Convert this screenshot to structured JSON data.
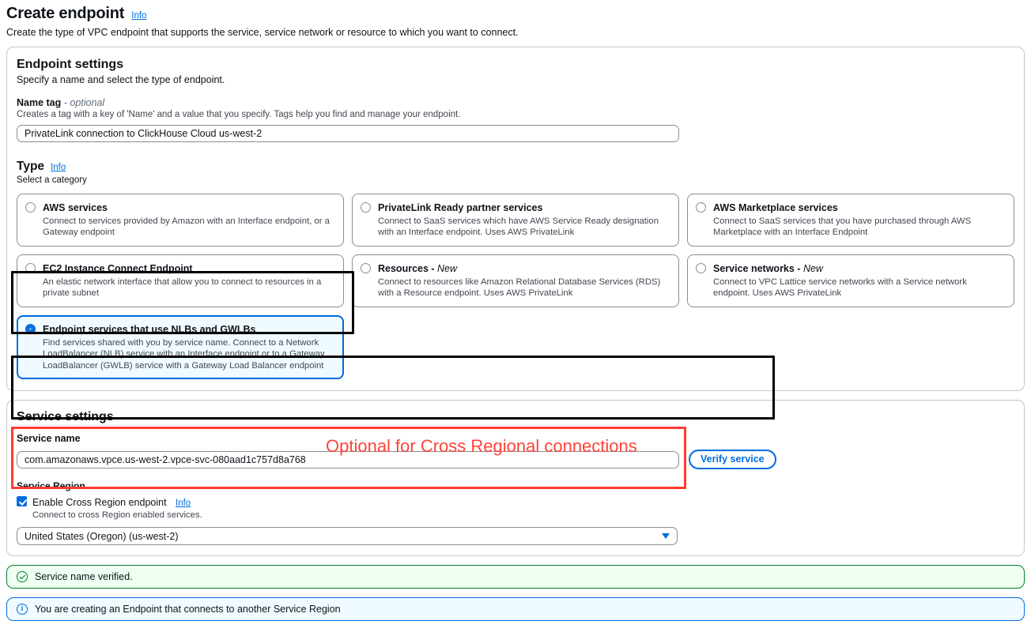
{
  "page": {
    "title": "Create endpoint",
    "info_label": "Info",
    "description": "Create the type of VPC endpoint that supports the service, service network or resource to which you want to connect."
  },
  "endpoint_settings": {
    "heading": "Endpoint settings",
    "subheading": "Specify a name and select the type of endpoint.",
    "name_tag": {
      "label": "Name tag",
      "optional_suffix": "- optional",
      "hint": "Creates a tag with a key of 'Name' and a value that you specify. Tags help you find and manage your endpoint.",
      "value": "PrivateLink connection to ClickHouse Cloud us-west-2",
      "placeholder": "Name tag"
    },
    "type": {
      "label": "Type",
      "info_label": "Info",
      "sub": "Select a category",
      "options": [
        {
          "title": "AWS services",
          "title_italic": "",
          "desc": "Connect to services provided by Amazon with an Interface endpoint, or a Gateway endpoint",
          "selected": false
        },
        {
          "title": "PrivateLink Ready partner services",
          "title_italic": "",
          "desc": "Connect to SaaS services which have AWS Service Ready designation with an Interface endpoint. Uses AWS PrivateLink",
          "selected": false
        },
        {
          "title": "AWS Marketplace services",
          "title_italic": "",
          "desc": "Connect to SaaS services that you have purchased through AWS Marketplace with an Interface Endpoint",
          "selected": false
        },
        {
          "title": "EC2 Instance Connect Endpoint",
          "title_italic": "",
          "desc": "An elastic network interface that allow you to connect to resources in a private subnet",
          "selected": false
        },
        {
          "title": "Resources - ",
          "title_italic": "New",
          "desc": "Connect to resources like Amazon Relational Database Services (RDS) with a Resource endpoint. Uses AWS PrivateLink",
          "selected": false
        },
        {
          "title": "Service networks - ",
          "title_italic": "New",
          "desc": "Connect to VPC Lattice service networks with a Service network endpoint. Uses AWS PrivateLink",
          "selected": false
        },
        {
          "title": "Endpoint services that use NLBs and GWLBs",
          "title_italic": "",
          "desc": "Find services shared with you by service name. Connect to a Network LoadBalancer (NLB) service with an Interface endpoint or to a Gateway LoadBalancer (GWLB) service with a Gateway Load Balancer endpoint",
          "selected": true
        }
      ]
    }
  },
  "service_settings": {
    "heading": "Service settings",
    "service_name_label": "Service name",
    "service_name_value": "com.amazonaws.vpce.us-west-2.vpce-svc-080aad1c757d8a768",
    "service_name_placeholder": "Service name",
    "verify_button": "Verify service",
    "region_label": "Service Region",
    "cross_region_checkbox_label": "Enable Cross Region endpoint",
    "cross_region_info": "Info",
    "cross_region_hint": "Connect to cross Region enabled services.",
    "region_selected": "United States (Oregon) (us-west-2)"
  },
  "annotations": {
    "cross_region_note": "Optional for Cross Regional connections",
    "note_color": "#ff4438",
    "box_red_color": "#ff3b2f",
    "box_black_color": "#000000"
  },
  "alerts": [
    {
      "kind": "success",
      "icon": "check-circle-icon",
      "text": "Service name verified."
    },
    {
      "kind": "info",
      "icon": "info-circle-icon",
      "text": "You are creating an Endpoint that connects to another Service Region"
    }
  ],
  "theme": {
    "accent": "#006ce0",
    "success": "#00802f",
    "text": "#0f141a",
    "muted": "#424650",
    "border": "#8c8c94"
  }
}
